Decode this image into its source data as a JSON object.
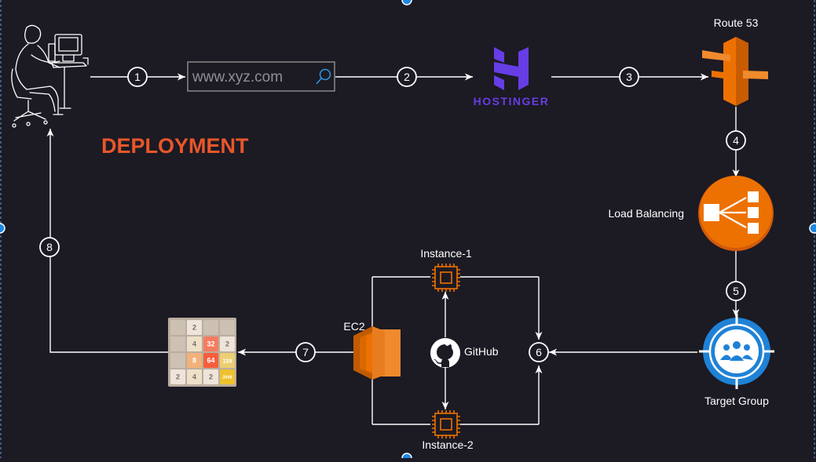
{
  "title": "DEPLOYMENT",
  "search_box": {
    "text": "www.xyz.com"
  },
  "nodes": {
    "hostinger": "HOSTINGER",
    "route53": "Route 53",
    "load_balancer": "Load Balancing",
    "target_group": "Target Group",
    "ec2": "EC2",
    "instance1": "Instance-1",
    "instance2": "Instance-2",
    "github": "GitHub"
  },
  "steps": [
    "1",
    "2",
    "3",
    "4",
    "5",
    "6",
    "7",
    "8"
  ],
  "game_tiles": [
    [
      "",
      "2",
      "",
      ""
    ],
    [
      "",
      "4",
      "32",
      "2"
    ],
    [
      "",
      "8",
      "64",
      "128"
    ],
    [
      "2",
      "4",
      "2",
      "2048"
    ]
  ],
  "colors": {
    "background": "#1c1a23",
    "title": "#e8572a",
    "hostinger": "#673de6",
    "aws_orange": "#ed7100",
    "target_group": "#1f82d6",
    "line": "#ffffff",
    "selection_handle": "#1e88e5"
  },
  "icons": {
    "user": "person-at-computer-icon",
    "search": "search-icon",
    "hostinger": "hostinger-logo-icon",
    "route53": "route53-icon",
    "load_balancer": "load-balancer-icon",
    "target_group": "target-group-icon",
    "ec2": "ec2-icon",
    "instance": "chip-icon",
    "github": "github-icon",
    "game": "game-2048-icon"
  }
}
